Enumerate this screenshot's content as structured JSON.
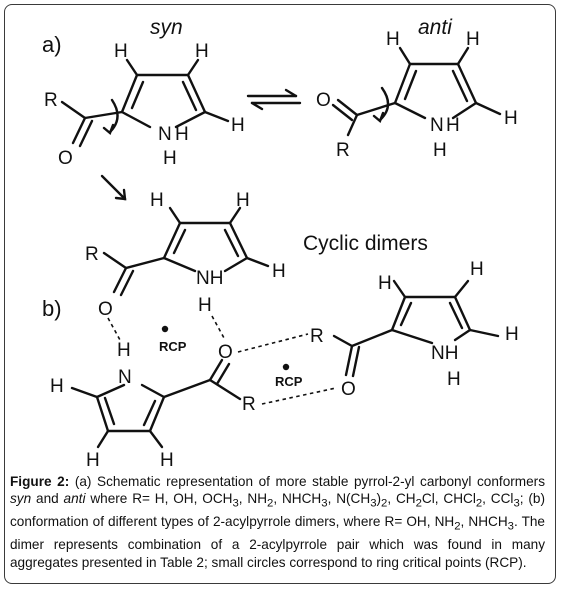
{
  "panel_labels": {
    "a": "a)",
    "b": "b)"
  },
  "conformers": {
    "syn": "syn",
    "anti": "anti"
  },
  "cyclic_label": "Cyclic dimers",
  "rcp_label": "RCP",
  "atoms": {
    "H": "H",
    "R": "R",
    "O": "O",
    "N": "N",
    "NH": "NH",
    "NH_stacked_N": "N",
    "NH_stacked_H": "H"
  },
  "caption": {
    "label": "Figure 2:",
    "part1": " (a) Schematic representation of more stable pyrrol-2-yl carbonyl conformers ",
    "syn": "syn",
    "and": " and ",
    "anti": "anti",
    "part2": " where R= H, OH, OCH",
    "sub3a": "3",
    "part3": ", NH",
    "sub2a": "2",
    "part4": ", NHCH",
    "sub3b": "3",
    "part5": ", N(CH",
    "sub3c": "3",
    "part6": ")",
    "sub2b": "2",
    "part7": ", CH",
    "sub2c": "2",
    "part8": "Cl, CHCl",
    "sub2d": "2",
    "part9": ", CCl",
    "sub3d": "3",
    "part10": "; (b) conformation of different types of 2-acylpyrrole dimers, where R= OH, NH",
    "sub2e": "2",
    "part11": ", NHCH",
    "sub3e": "3",
    "part12": ". The dimer represents combination of a 2-acylpyrrole pair which was found in many aggregates presented in Table 2; small circles correspond to ring critical points (RCP)."
  }
}
